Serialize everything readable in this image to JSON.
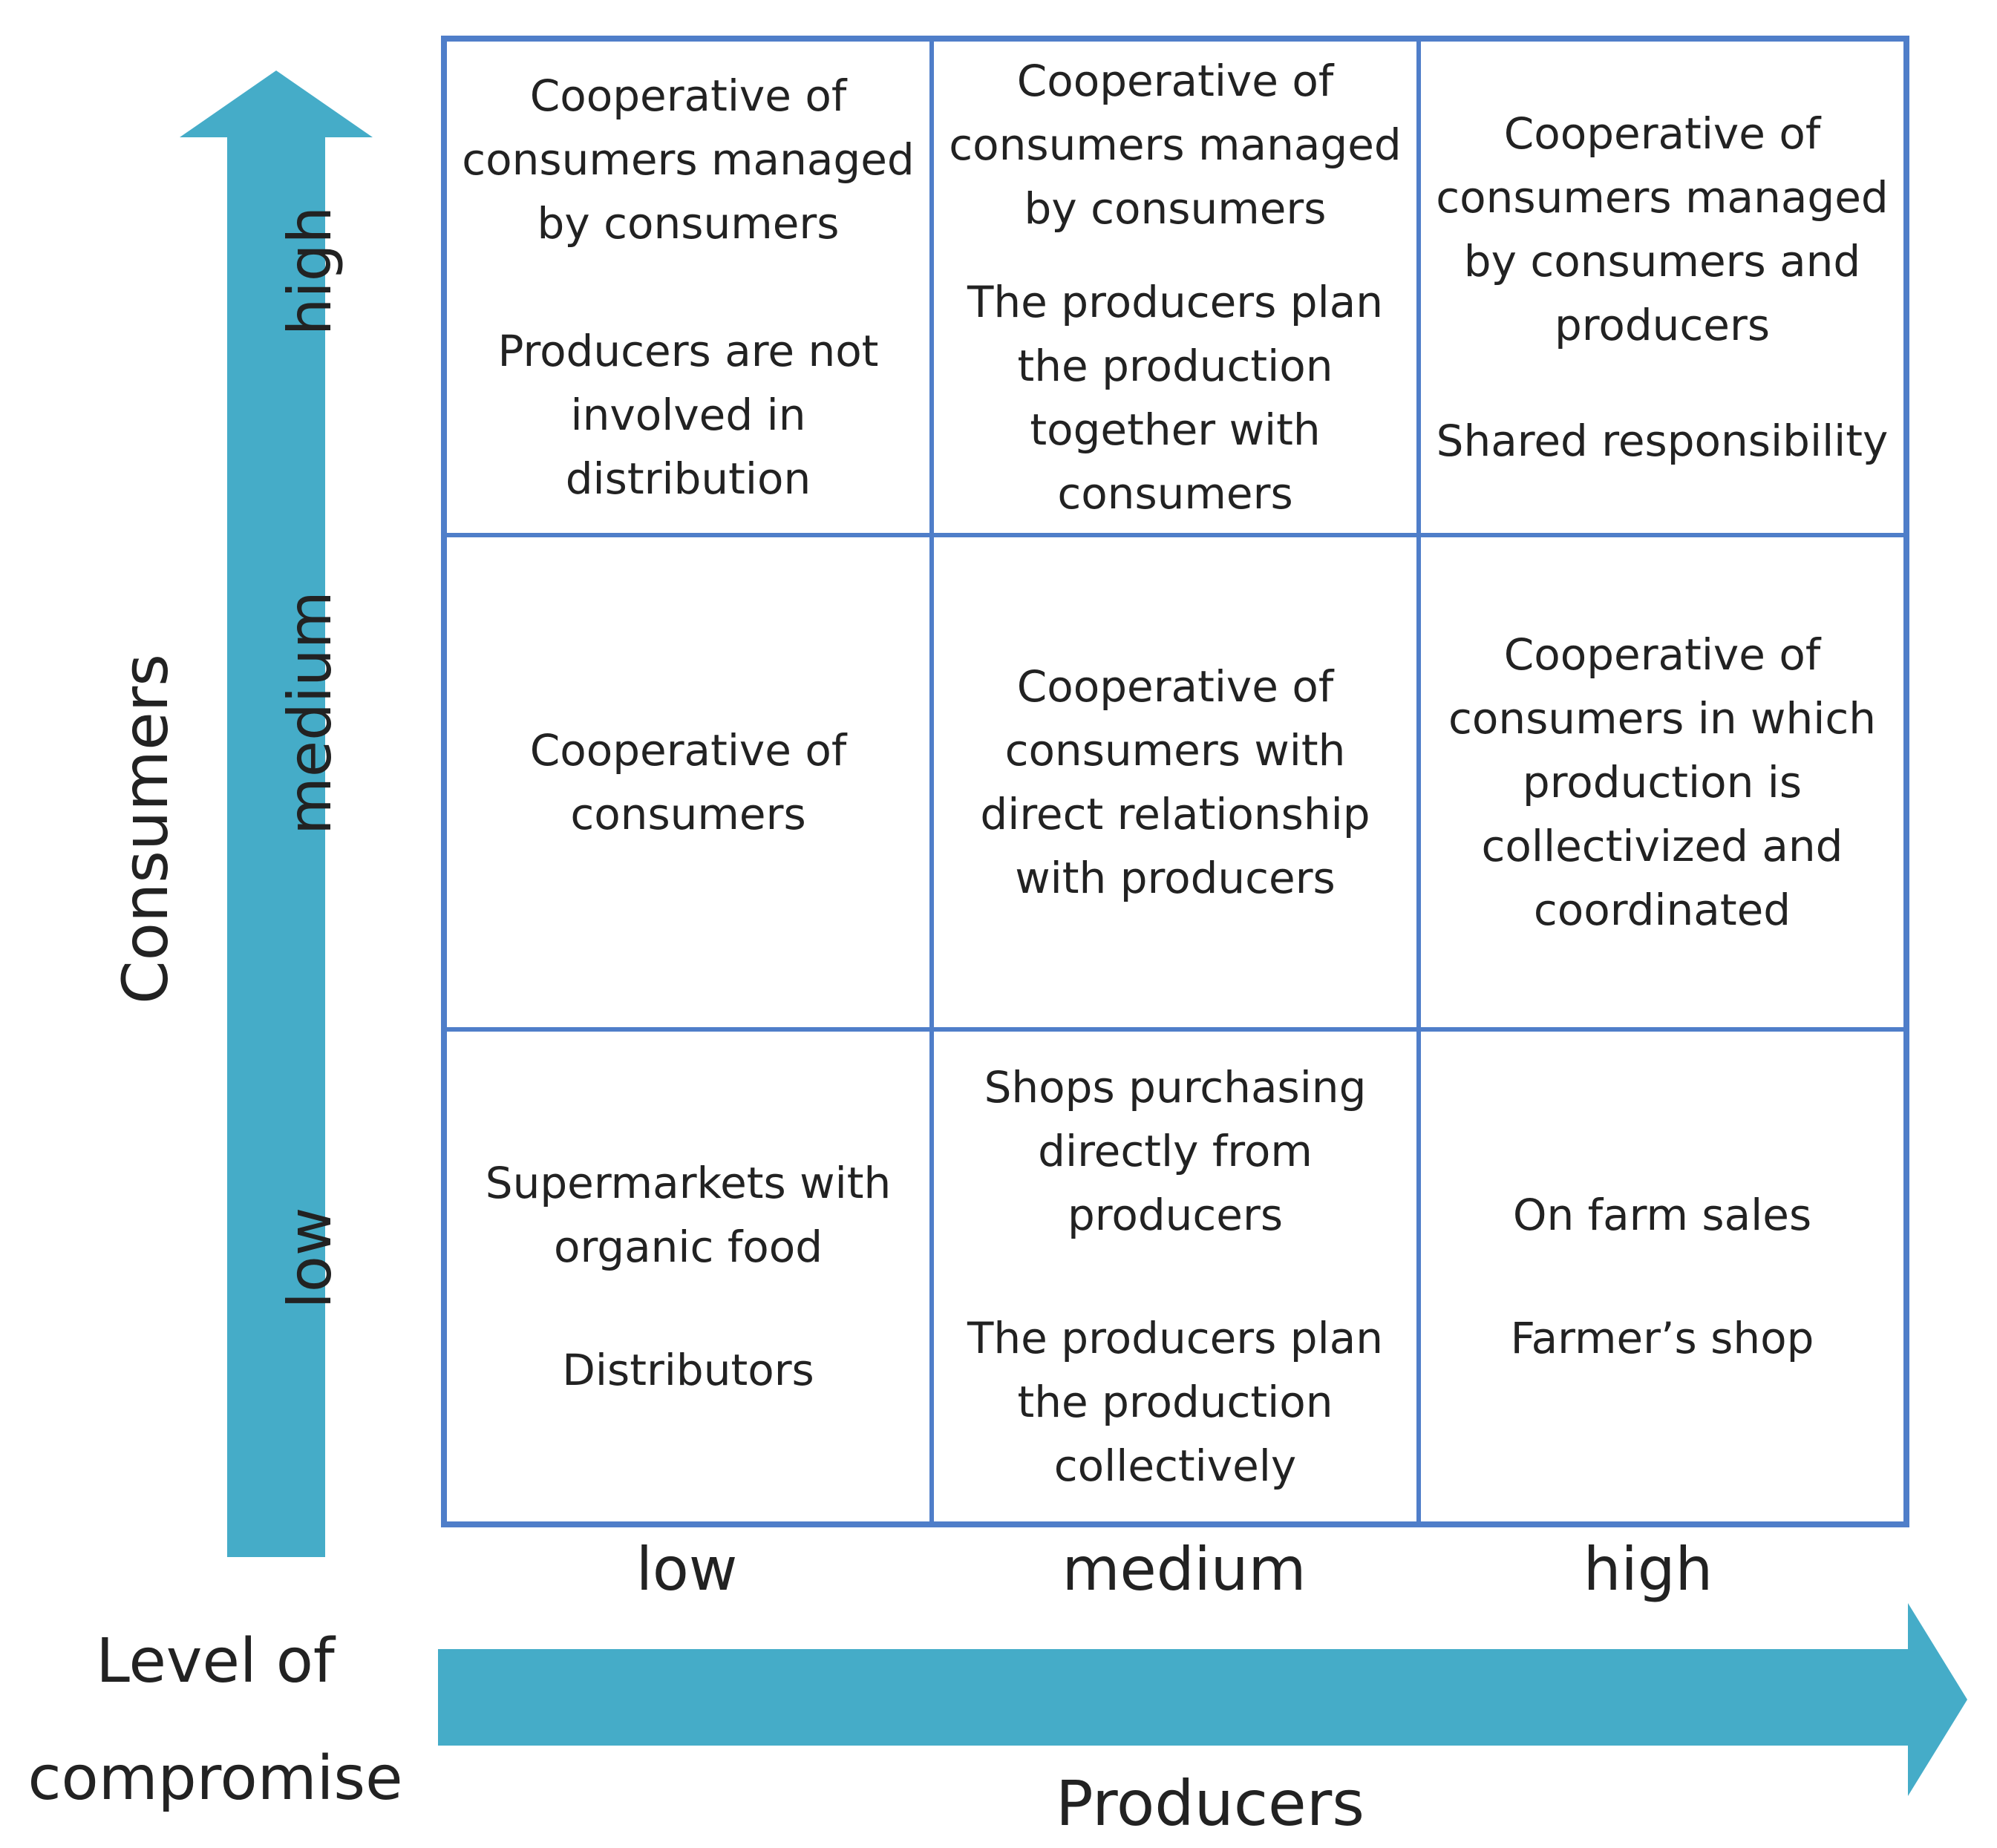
{
  "colors": {
    "arrow": "#45acc8",
    "grid_border": "#4f7ec9",
    "text": "#222222"
  },
  "axes": {
    "consumers_label": "Consumers",
    "producers_label": "Producers",
    "level_label_line1": "Level of",
    "level_label_line2": "compromise"
  },
  "row_labels": [
    "high",
    "medium",
    "low"
  ],
  "column_labels": [
    "low",
    "medium",
    "high"
  ],
  "cells": {
    "high_low": [
      "Cooperative of consumers managed by consumers",
      "Producers are not involved in distribution"
    ],
    "high_medium": [
      "Cooperative of consumers managed by consumers",
      "The producers plan the production together with consumers"
    ],
    "high_high": [
      "Cooperative of consumers managed by consumers and producers",
      "Shared responsibility"
    ],
    "medium_low": [
      "Cooperative of consumers"
    ],
    "medium_medium": [
      "Cooperative of consumers with direct relationship with producers"
    ],
    "medium_high": [
      "Cooperative of consumers in which production is collectivized and coordinated"
    ],
    "low_low": [
      "Supermarkets with organic food",
      "Distributors"
    ],
    "low_medium": [
      "Shops purchasing directly from producers",
      "The producers plan the production collectively"
    ],
    "low_high": [
      "On farm sales",
      "Farmer’s shop"
    ]
  }
}
